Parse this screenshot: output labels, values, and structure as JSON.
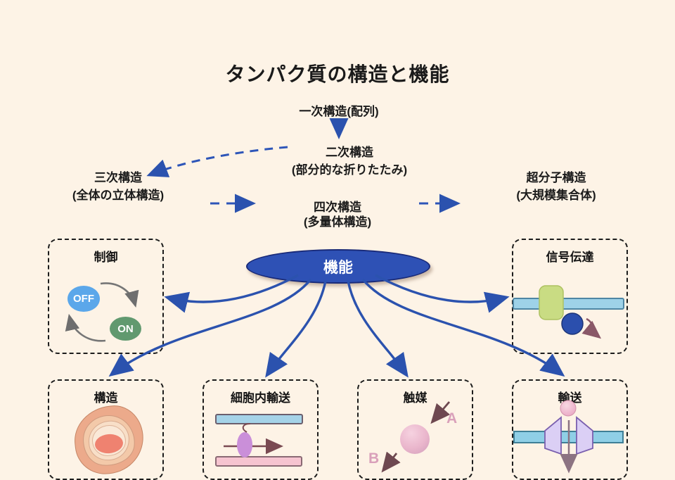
{
  "title": "タンパク質の構造と機能",
  "flow_labels": {
    "primary": {
      "line1": "一次構造(配列)"
    },
    "secondary": {
      "line1": "二次構造",
      "line2": "(部分的な折りたたみ)"
    },
    "tertiary": {
      "line1": "三次構造",
      "line2": "(全体の立体構造)"
    },
    "quaternary": {
      "line1": "四次構造",
      "line2": "(多量体構造)"
    },
    "supramolecular": {
      "line1": "超分子構造",
      "line2": "(大規模集合体)"
    }
  },
  "function_node": {
    "label": "機能"
  },
  "boxes": {
    "regulation": {
      "title": "制御",
      "off": "OFF",
      "on": "ON"
    },
    "signaling": {
      "title": "信号伝達"
    },
    "structure": {
      "title": "構造"
    },
    "intracellular_transport": {
      "title": "細胞内輸送"
    },
    "catalysis": {
      "title": "触媒",
      "substrate": "A",
      "product": "B"
    },
    "transport": {
      "title": "輸送"
    }
  },
  "colors": {
    "background": "#fdf3e6",
    "arrow_blue": "#2b52ae",
    "node_blue": "#2e51b5",
    "off_blue": "#5ba7ea",
    "on_green": "#61996f",
    "membrane_blue": "#a0d4e8",
    "receptor_green": "#c9dc83",
    "vesicle_pink": "#f6c4d0",
    "motor_purple": "#ca8fd9",
    "channel_lavender": "#dbcff5",
    "substrate_pink": "#eeb4cc",
    "maroon_arrow": "#7a4a52"
  }
}
